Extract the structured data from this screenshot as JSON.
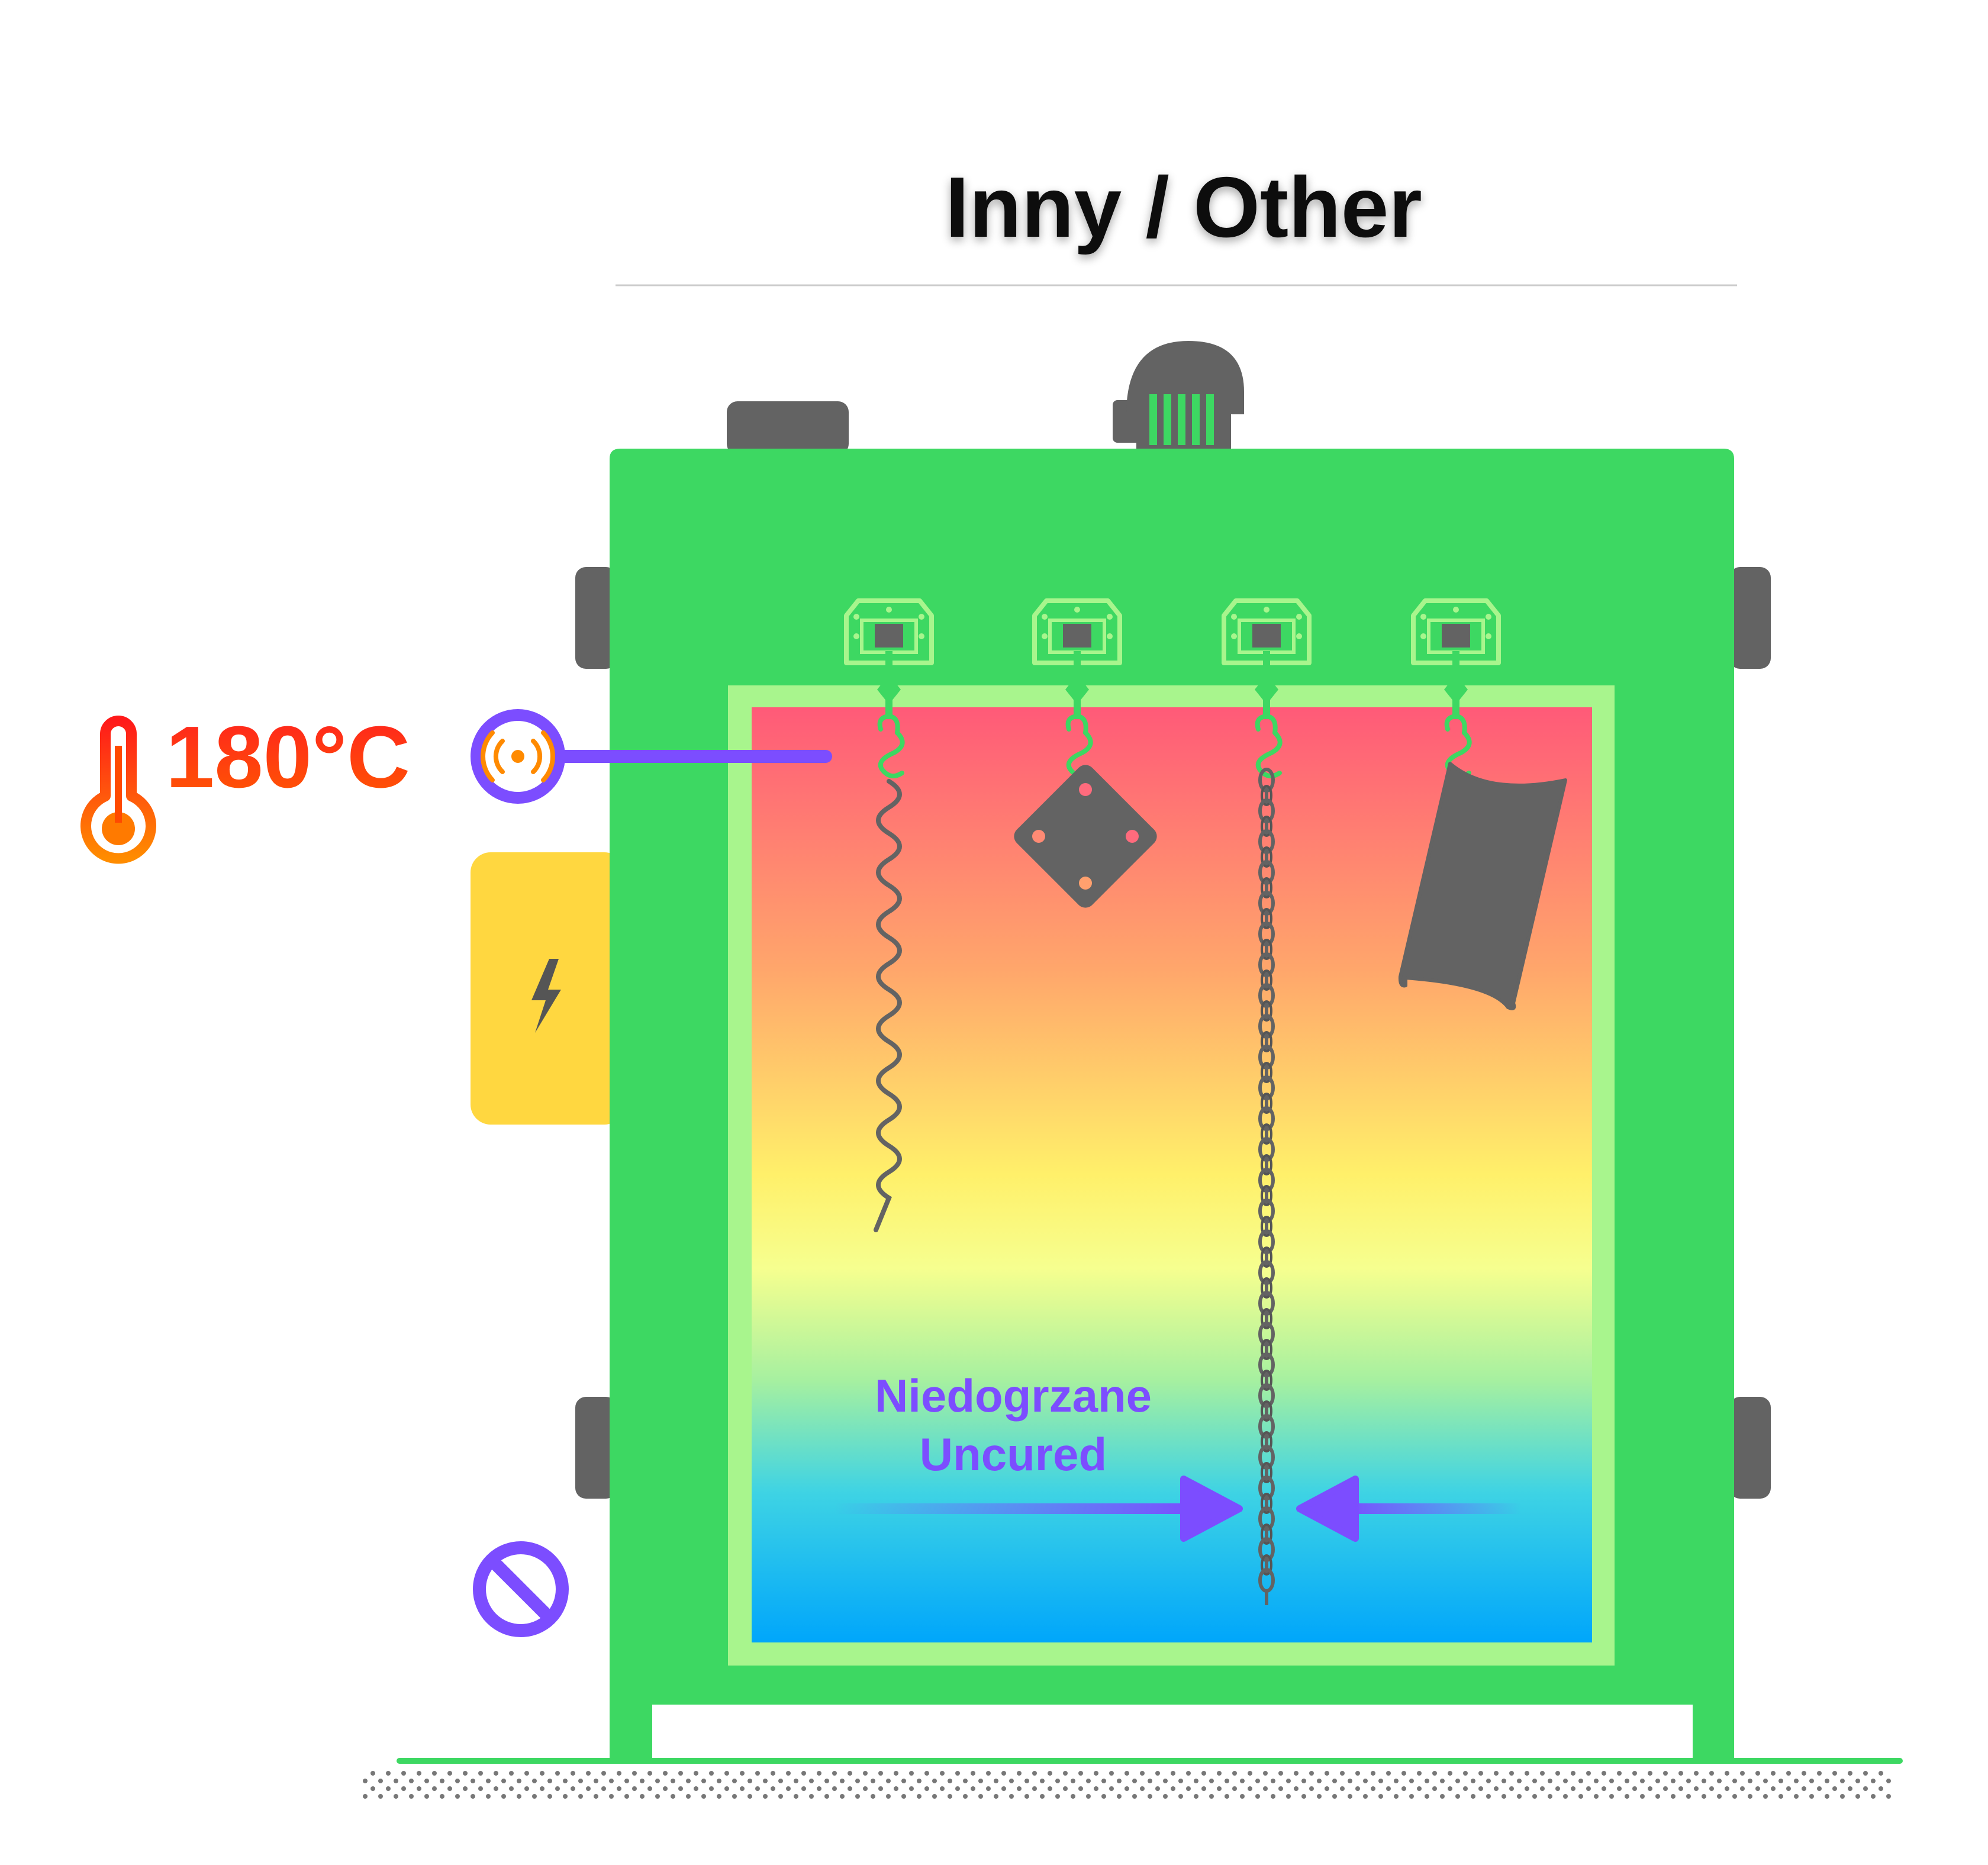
{
  "title": "Inny / Other",
  "temperature": {
    "value": "180°C",
    "sensor_icon": "wireless-sensor-icon",
    "thermometer_icon": "thermometer-icon"
  },
  "annotation": {
    "line1": "Niedogrzane",
    "line2": "Uncured"
  },
  "side_icons": {
    "power_box": "lightning-bolt-icon",
    "prohibited": "prohibited-icon"
  },
  "hanging_parts": [
    "spring-part",
    "square-plate-part",
    "chain-part",
    "bent-sheet-part"
  ],
  "colors": {
    "oven_body": "#3dd862",
    "oven_frame": "#a8f58d",
    "hardware": "#636363",
    "accent_purple": "#7c4dff",
    "power_box": "#ffd740",
    "heat_hot": "#ff5a78",
    "heat_cold": "#00a6fb"
  }
}
